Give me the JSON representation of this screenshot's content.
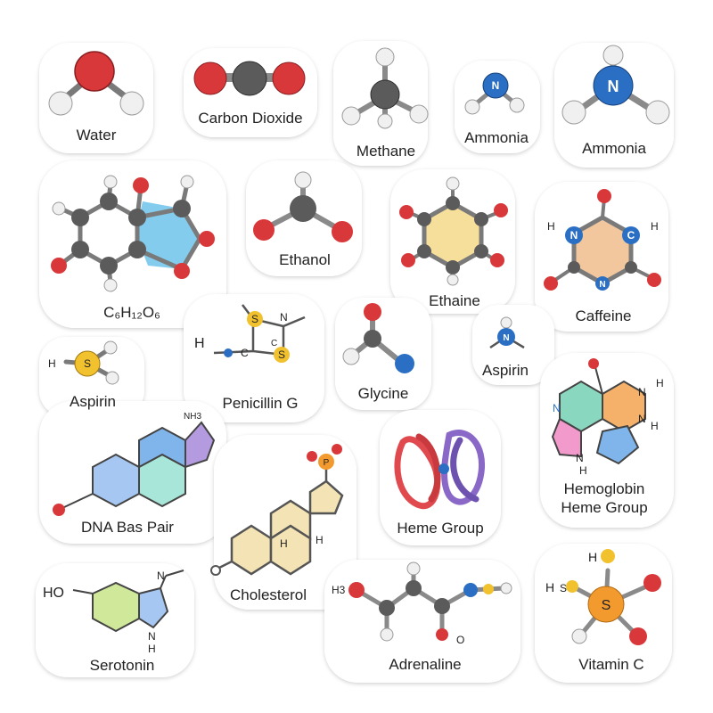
{
  "colors": {
    "oxygen": "#d9383a",
    "carbon": "#5b5b5b",
    "hydrogen": "#f0f0f0",
    "nitrogen": "#2b6fc4",
    "sulfur": "#f2c12e",
    "phosphorus": "#f29a2e"
  },
  "molecules": [
    {
      "name": "Water"
    },
    {
      "name": "Carbon Dioxide"
    },
    {
      "name": "Methane"
    },
    {
      "name": "Ammonia",
      "atoms": [
        "N"
      ]
    },
    {
      "name": "Ammonia",
      "atoms": [
        "N"
      ]
    },
    {
      "name": "C6H12O6",
      "formula": "C₆H₁₂O₆"
    },
    {
      "name": "Ethanol"
    },
    {
      "name": "Ethaine"
    },
    {
      "name": "Caffeine",
      "atoms": [
        "H",
        "N",
        "C",
        "H",
        "N"
      ]
    },
    {
      "name": "Aspirin",
      "atoms": [
        "H",
        "S"
      ]
    },
    {
      "name": "Penicillin G",
      "atoms": [
        "H",
        "C",
        "S",
        "N",
        "S",
        "C"
      ]
    },
    {
      "name": "Glycine"
    },
    {
      "name": "Aspirin",
      "atoms": [
        "N"
      ]
    },
    {
      "name": "DNA Bas Pair",
      "atoms": [
        "NH3"
      ]
    },
    {
      "name": "Cholesterol",
      "atoms": [
        "P",
        "H",
        "H"
      ]
    },
    {
      "name": "Heme Group"
    },
    {
      "name": "Hemoglobin\nHeme Group",
      "atoms": [
        "H",
        "N",
        "H",
        "N",
        "N",
        "N",
        "H"
      ]
    },
    {
      "name": "Serotonin",
      "atoms": [
        "HO",
        "N",
        "N",
        "H"
      ]
    },
    {
      "name": "Adrenaline",
      "atoms": [
        "H3",
        "O"
      ]
    },
    {
      "name": "Vitamin C",
      "atoms": [
        "H",
        "H",
        "S",
        "S"
      ]
    }
  ]
}
